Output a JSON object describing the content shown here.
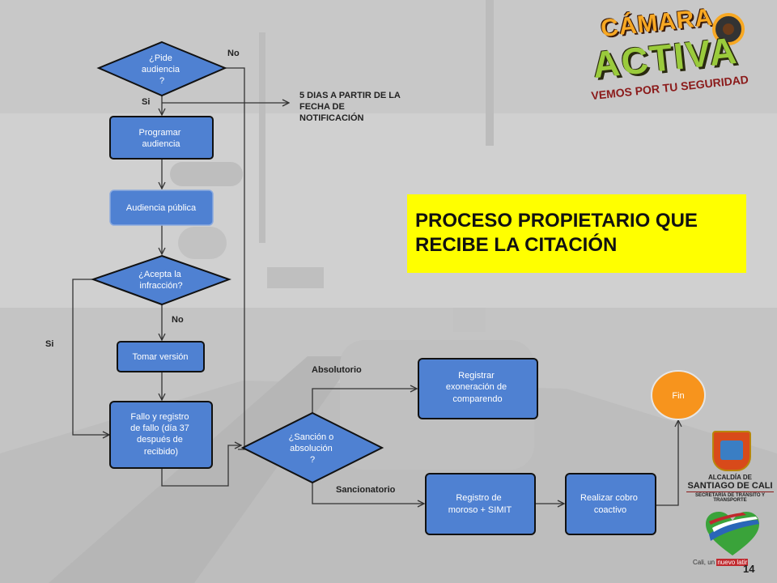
{
  "title": "PROCESO PROPIETARIO QUE RECIBE LA CITACIÓN",
  "title_lines": [
    "PROCESO PROPIETARIO QUE",
    "RECIBE LA CITACIÓN"
  ],
  "logo": {
    "line1": "CÁMARA",
    "line2": "ACTIVA",
    "tagline": "VEMOS POR TU SEGURIDAD"
  },
  "alcaldia": {
    "line1": "ALCALDÍA DE",
    "line2": "SANTIAGO DE CALI",
    "line3": "SECRETARÍA DE TRÁNSITO Y TRANSPORTE"
  },
  "slogan": {
    "prefix": "Cali, un ",
    "highlight": "nuevo latir"
  },
  "page_number": "14",
  "colors": {
    "node_fill": "#4f81d2",
    "node_stroke": "#111111",
    "fin_fill": "#f7941d",
    "banner": "#ffff00"
  },
  "nodes": {
    "pide_audiencia": {
      "lines": [
        "¿Pide",
        "audiencia",
        "?"
      ]
    },
    "programar_audiencia": {
      "lines": [
        "Programar",
        "audiencia"
      ]
    },
    "audiencia_publica": {
      "lines": [
        "Audiencia pública"
      ]
    },
    "acepta_infraccion": {
      "lines": [
        "¿Acepta la",
        "infracción?"
      ]
    },
    "tomar_version": {
      "lines": [
        "Tomar versión"
      ]
    },
    "fallo_registro": {
      "lines": [
        "Fallo y registro",
        "de fallo (día 37",
        "después de",
        "recibido)"
      ]
    },
    "sancion_absolucion": {
      "lines": [
        "¿Sanción o",
        "absolución",
        "?"
      ]
    },
    "registrar_exoneracion": {
      "lines": [
        "Registrar",
        "exoneración de",
        "comparendo"
      ]
    },
    "registro_moroso": {
      "lines": [
        "Registro de",
        "moroso + SIMIT"
      ]
    },
    "realizar_cobro": {
      "lines": [
        "Realizar cobro",
        "coactivo"
      ]
    },
    "fin": {
      "lines": [
        "Fin"
      ]
    }
  },
  "edge_labels": {
    "no_top": "No",
    "si_top": "Si",
    "note": [
      "5 DIAS A PARTIR DE LA",
      "FECHA DE",
      "NOTIFICACIÓN"
    ],
    "no_mid": "No",
    "si_left": "Si",
    "absolutorio": "Absolutorio",
    "sancionatorio": "Sancionatorio"
  }
}
